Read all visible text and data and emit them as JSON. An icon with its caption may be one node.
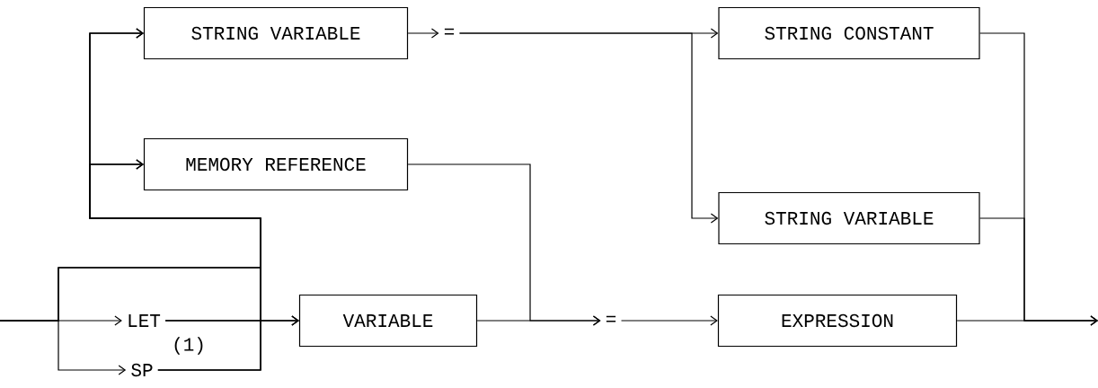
{
  "diagram": {
    "nodes": [
      {
        "text": [
          "STRING VARIABLE"
        ]
      },
      {
        "text": [
          "="
        ]
      },
      {
        "text": [
          "STRING CONSTANT"
        ]
      },
      {
        "text": [
          "MEMORY REFERENCE"
        ]
      },
      {
        "text": [
          "STRING VARIABLE"
        ]
      },
      {
        "text": [
          "LET"
        ]
      },
      {
        "text": [
          "SP"
        ]
      },
      {
        "text": [
          "VARIABLE"
        ]
      },
      {
        "text": [
          "="
        ]
      },
      {
        "text": [
          "EXPRESSION"
        ]
      }
    ],
    "edges": [
      {
        "from": null,
        "to": 5,
        "arrow": "to"
      },
      {
        "from": null,
        "to": 6,
        "arrow": "to"
      },
      {
        "from": null,
        "to": 7,
        "arrow": "to"
      },
      {
        "from": null,
        "to": 0,
        "arrow": "to"
      },
      {
        "from": null,
        "to": 3,
        "arrow": "to"
      },
      {
        "from": 5,
        "to": 7,
        "arrow": "to"
      },
      {
        "from": 5,
        "to": 0,
        "arrow": "to"
      },
      {
        "from": 5,
        "to": 3,
        "arrow": "to"
      },
      {
        "from": 6,
        "to": 7,
        "arrow": "to"
      },
      {
        "from": 6,
        "to": 0,
        "arrow": "to"
      },
      {
        "from": 6,
        "to": 3,
        "arrow": "to"
      },
      {
        "from": 0,
        "to": 1,
        "arrow": "to"
      },
      {
        "from": 1,
        "to": 2,
        "arrow": "to"
      },
      {
        "from": 1,
        "to": 4,
        "arrow": "to"
      },
      {
        "from": 3,
        "to": 8,
        "arrow": "to"
      },
      {
        "from": 7,
        "to": 8,
        "arrow": "to"
      },
      {
        "from": 8,
        "to": 9,
        "arrow": "to"
      },
      {
        "from": 2,
        "to": null,
        "arrow": "to"
      },
      {
        "from": 4,
        "to": null,
        "arrow": "to"
      },
      {
        "from": 9,
        "to": null,
        "arrow": "to"
      }
    ],
    "labels": [
      "(1)"
    ]
  }
}
